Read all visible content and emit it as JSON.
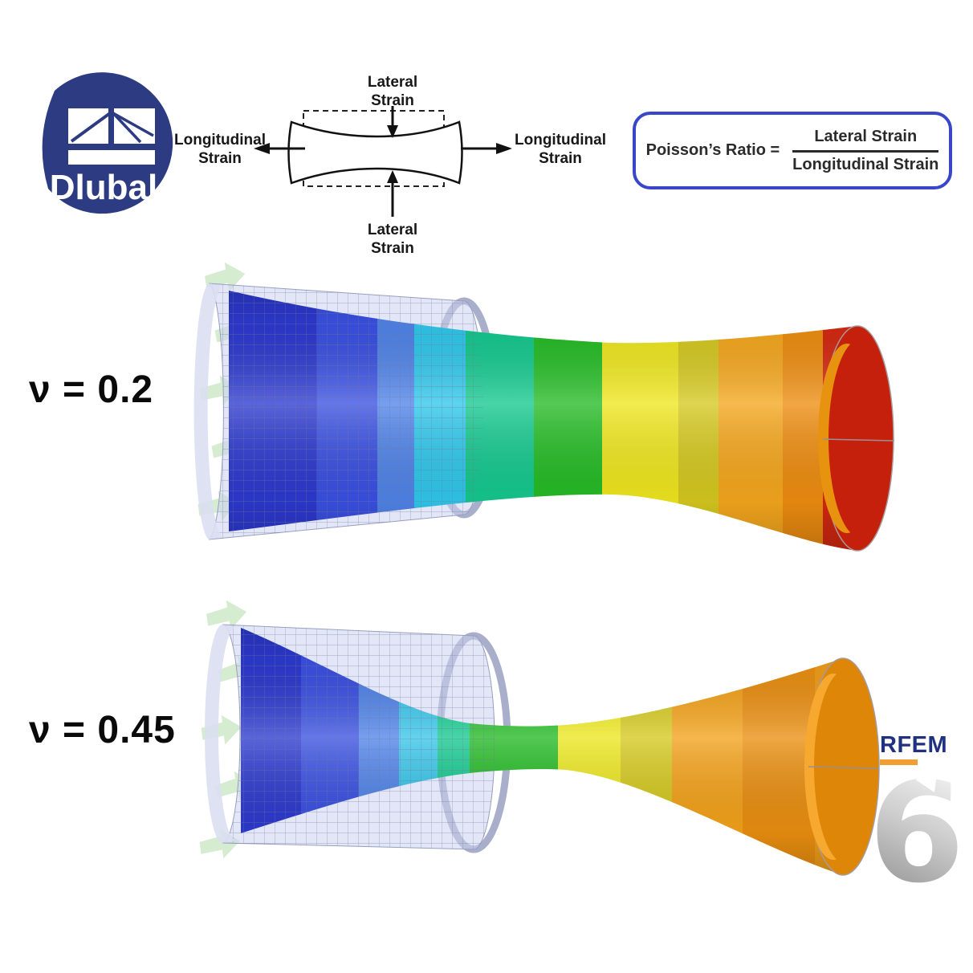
{
  "page": {
    "background": "#ffffff"
  },
  "logo": {
    "name": "Dlubal",
    "circle_color": "#2d3c82",
    "text_color": "#ffffff"
  },
  "diagram": {
    "lateral_top": [
      "Lateral",
      "Strain"
    ],
    "lateral_bottom": [
      "Lateral",
      "Strain"
    ],
    "longitudinal_left": [
      "Longitudinal",
      "Strain"
    ],
    "longitudinal_right": [
      "Longitudinal",
      "Strain"
    ]
  },
  "formula": {
    "lhs": "Poisson’s Ratio =",
    "numerator": "Lateral Strain",
    "denominator": "Longitudinal Strain",
    "border_color": "#3946c8"
  },
  "models": [
    {
      "nu_label": "ν = 0.2",
      "bands": [
        "#2c39cf",
        "#3a50e2",
        "#5084ea",
        "#2fc8ec",
        "#14c98e",
        "#25bc25",
        "#efe71e",
        "#d5c91f",
        "#f5a71d",
        "#ee8d10",
        "#d42810"
      ],
      "opening_outer": "#c5200c",
      "opening_inner": "#e8930f",
      "shell_color": "#ccd1ee",
      "support_arrow_color": "#d5ecd1"
    },
    {
      "nu_label": "ν = 0.45",
      "bands": [
        "#2c39cf",
        "#3a50e2",
        "#5084ea",
        "#38c6ea",
        "#14c98e",
        "#23ba23",
        "#ece71f",
        "#d5c91f",
        "#f4a21a",
        "#ea8f10",
        "#f09d18"
      ],
      "opening_outer": "#dd8607",
      "opening_inner": "#f7a82e",
      "shell_color": "#ccd1ee",
      "support_arrow_color": "#d5ecd1"
    }
  ],
  "branding": {
    "product": "RFEM",
    "version": "6",
    "product_color": "#20327f",
    "underline_color": "#f0a032"
  }
}
